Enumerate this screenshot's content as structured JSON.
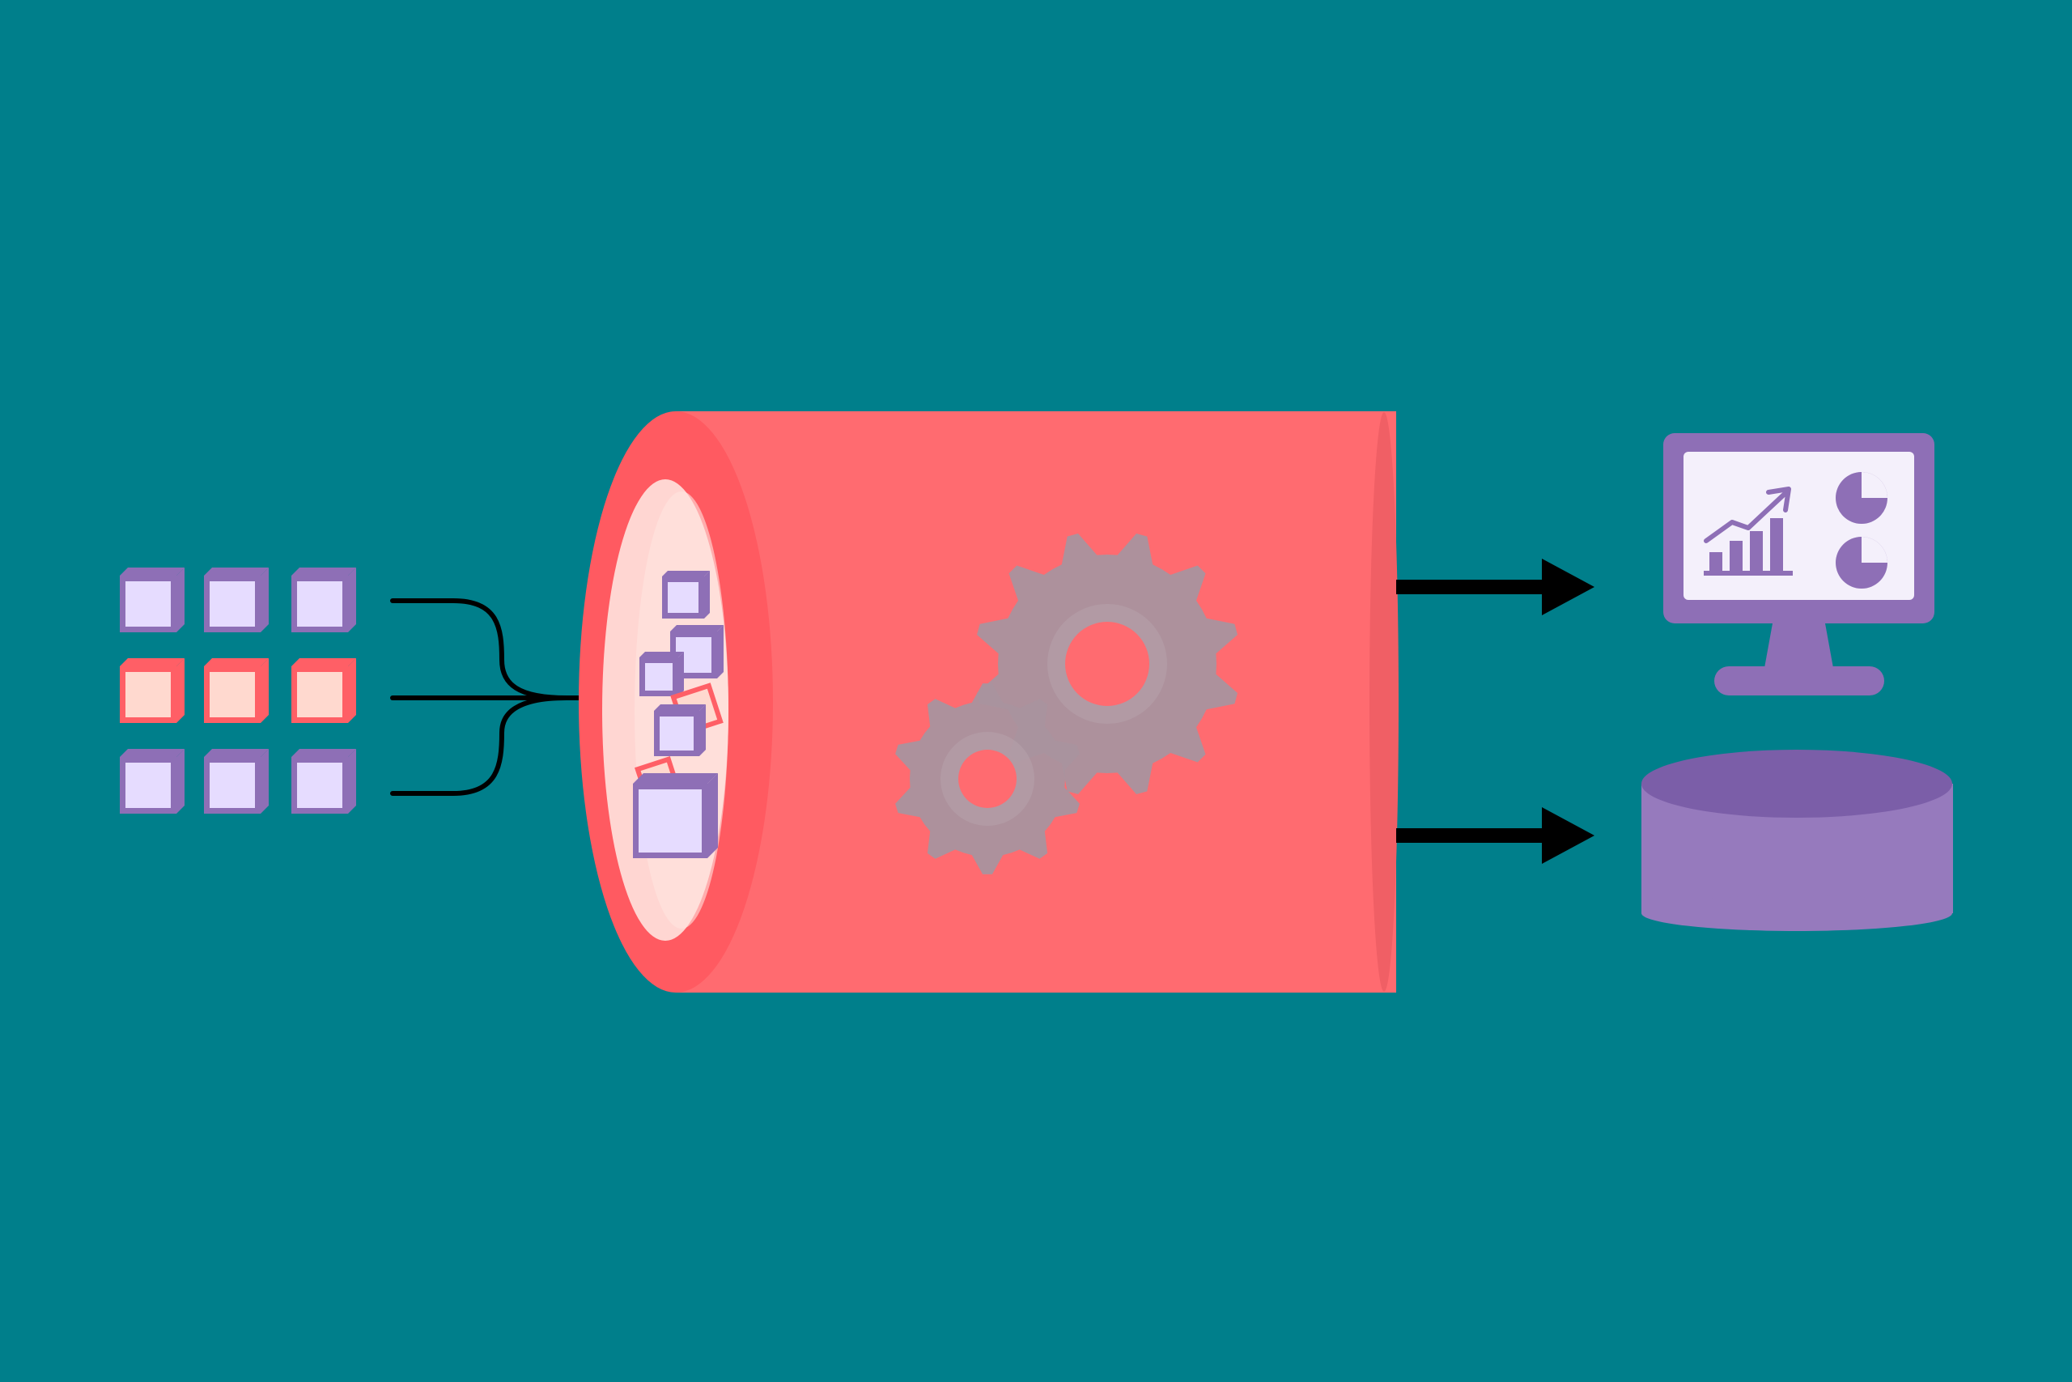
{
  "colors": {
    "background": "#007f8b",
    "pipe": "#ff6b70",
    "pipe_rim": "#ff5a61",
    "pipe_shade": "#f55a60",
    "pipe_opening": "#ffd6d2",
    "gear": "#a9949e",
    "gear_hole": "#ff6b70",
    "purple": "#8e6fb6",
    "purple_dark": "#7a5aa6",
    "lavender": "#e6dcff",
    "peach": "#ffd9cf",
    "salmon": "#ff5f66",
    "arrow": "#000000",
    "screen": "#f4f0fb"
  },
  "icons": {
    "input_blocks": "data-blocks-icon",
    "merge_arrows": "merge-arrows-icon",
    "pipeline": "pipeline-cylinder-icon",
    "gears": "gears-icon",
    "output_arrows": "arrow-right-icon",
    "dashboard": "monitor-chart-icon",
    "storage": "database-icon"
  },
  "input_grid": {
    "rows": 3,
    "cols": 3,
    "row_kinds": [
      "lavender",
      "peach",
      "lavender"
    ]
  }
}
